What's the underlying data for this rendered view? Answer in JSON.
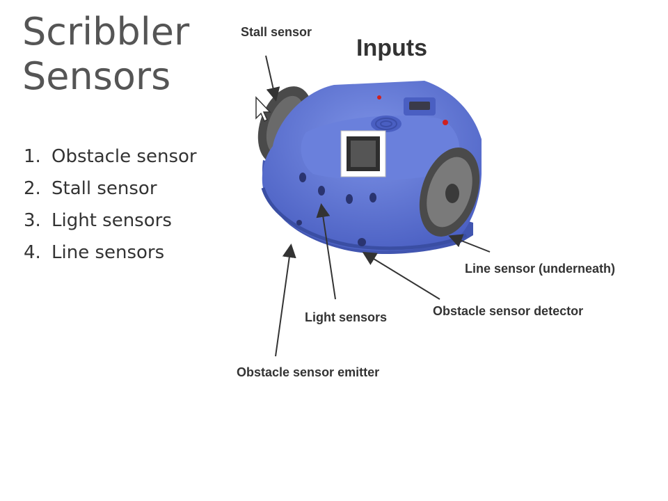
{
  "slide": {
    "title_line1": "Scribbler",
    "title_line2": "Sensors",
    "list": [
      {
        "num": "1.",
        "text": "Obstacle sensor"
      },
      {
        "num": "2.",
        "text": "Stall sensor"
      },
      {
        "num": "3.",
        "text": "Light sensors"
      },
      {
        "num": "4.",
        "text": "Line sensors"
      }
    ]
  },
  "figure": {
    "heading": "Inputs",
    "labels": {
      "stall": "Stall sensor",
      "line": "Line sensor (underneath)",
      "detector": "Obstacle sensor detector",
      "light": "Light sensors",
      "emitter": "Obstacle sensor emitter"
    },
    "colors": {
      "body": "#5b74d4",
      "body_dark": "#4155b0",
      "body_light": "#7d92e6",
      "wheel": "#4a4a4a",
      "label": "#333333"
    }
  }
}
